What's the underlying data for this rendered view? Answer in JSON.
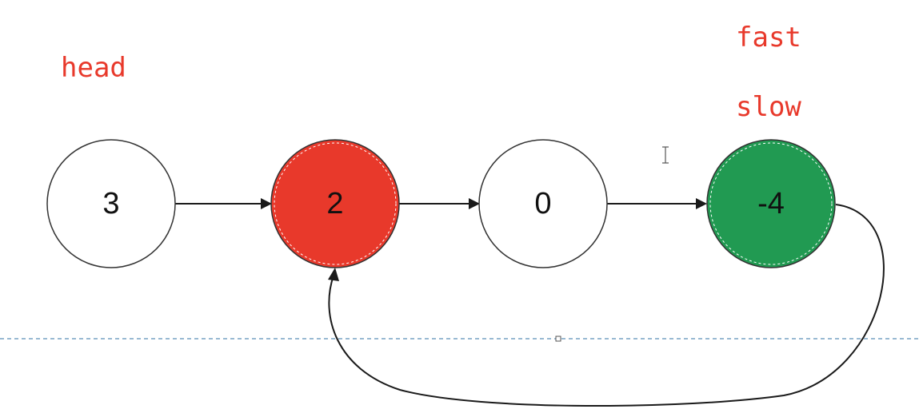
{
  "pointers": {
    "head": "head",
    "fast": "fast",
    "slow": "slow"
  },
  "nodes": [
    {
      "value": "3",
      "fill": "#ffffff"
    },
    {
      "value": "2",
      "fill": "#e8392b"
    },
    {
      "value": "0",
      "fill": "#ffffff"
    },
    {
      "value": "-4",
      "fill": "#219a52"
    }
  ],
  "colors": {
    "pointer_label": "#e8392b",
    "highlight_node": "#e8392b",
    "current_node": "#219a52",
    "guide_line": "#5a8fb8"
  }
}
